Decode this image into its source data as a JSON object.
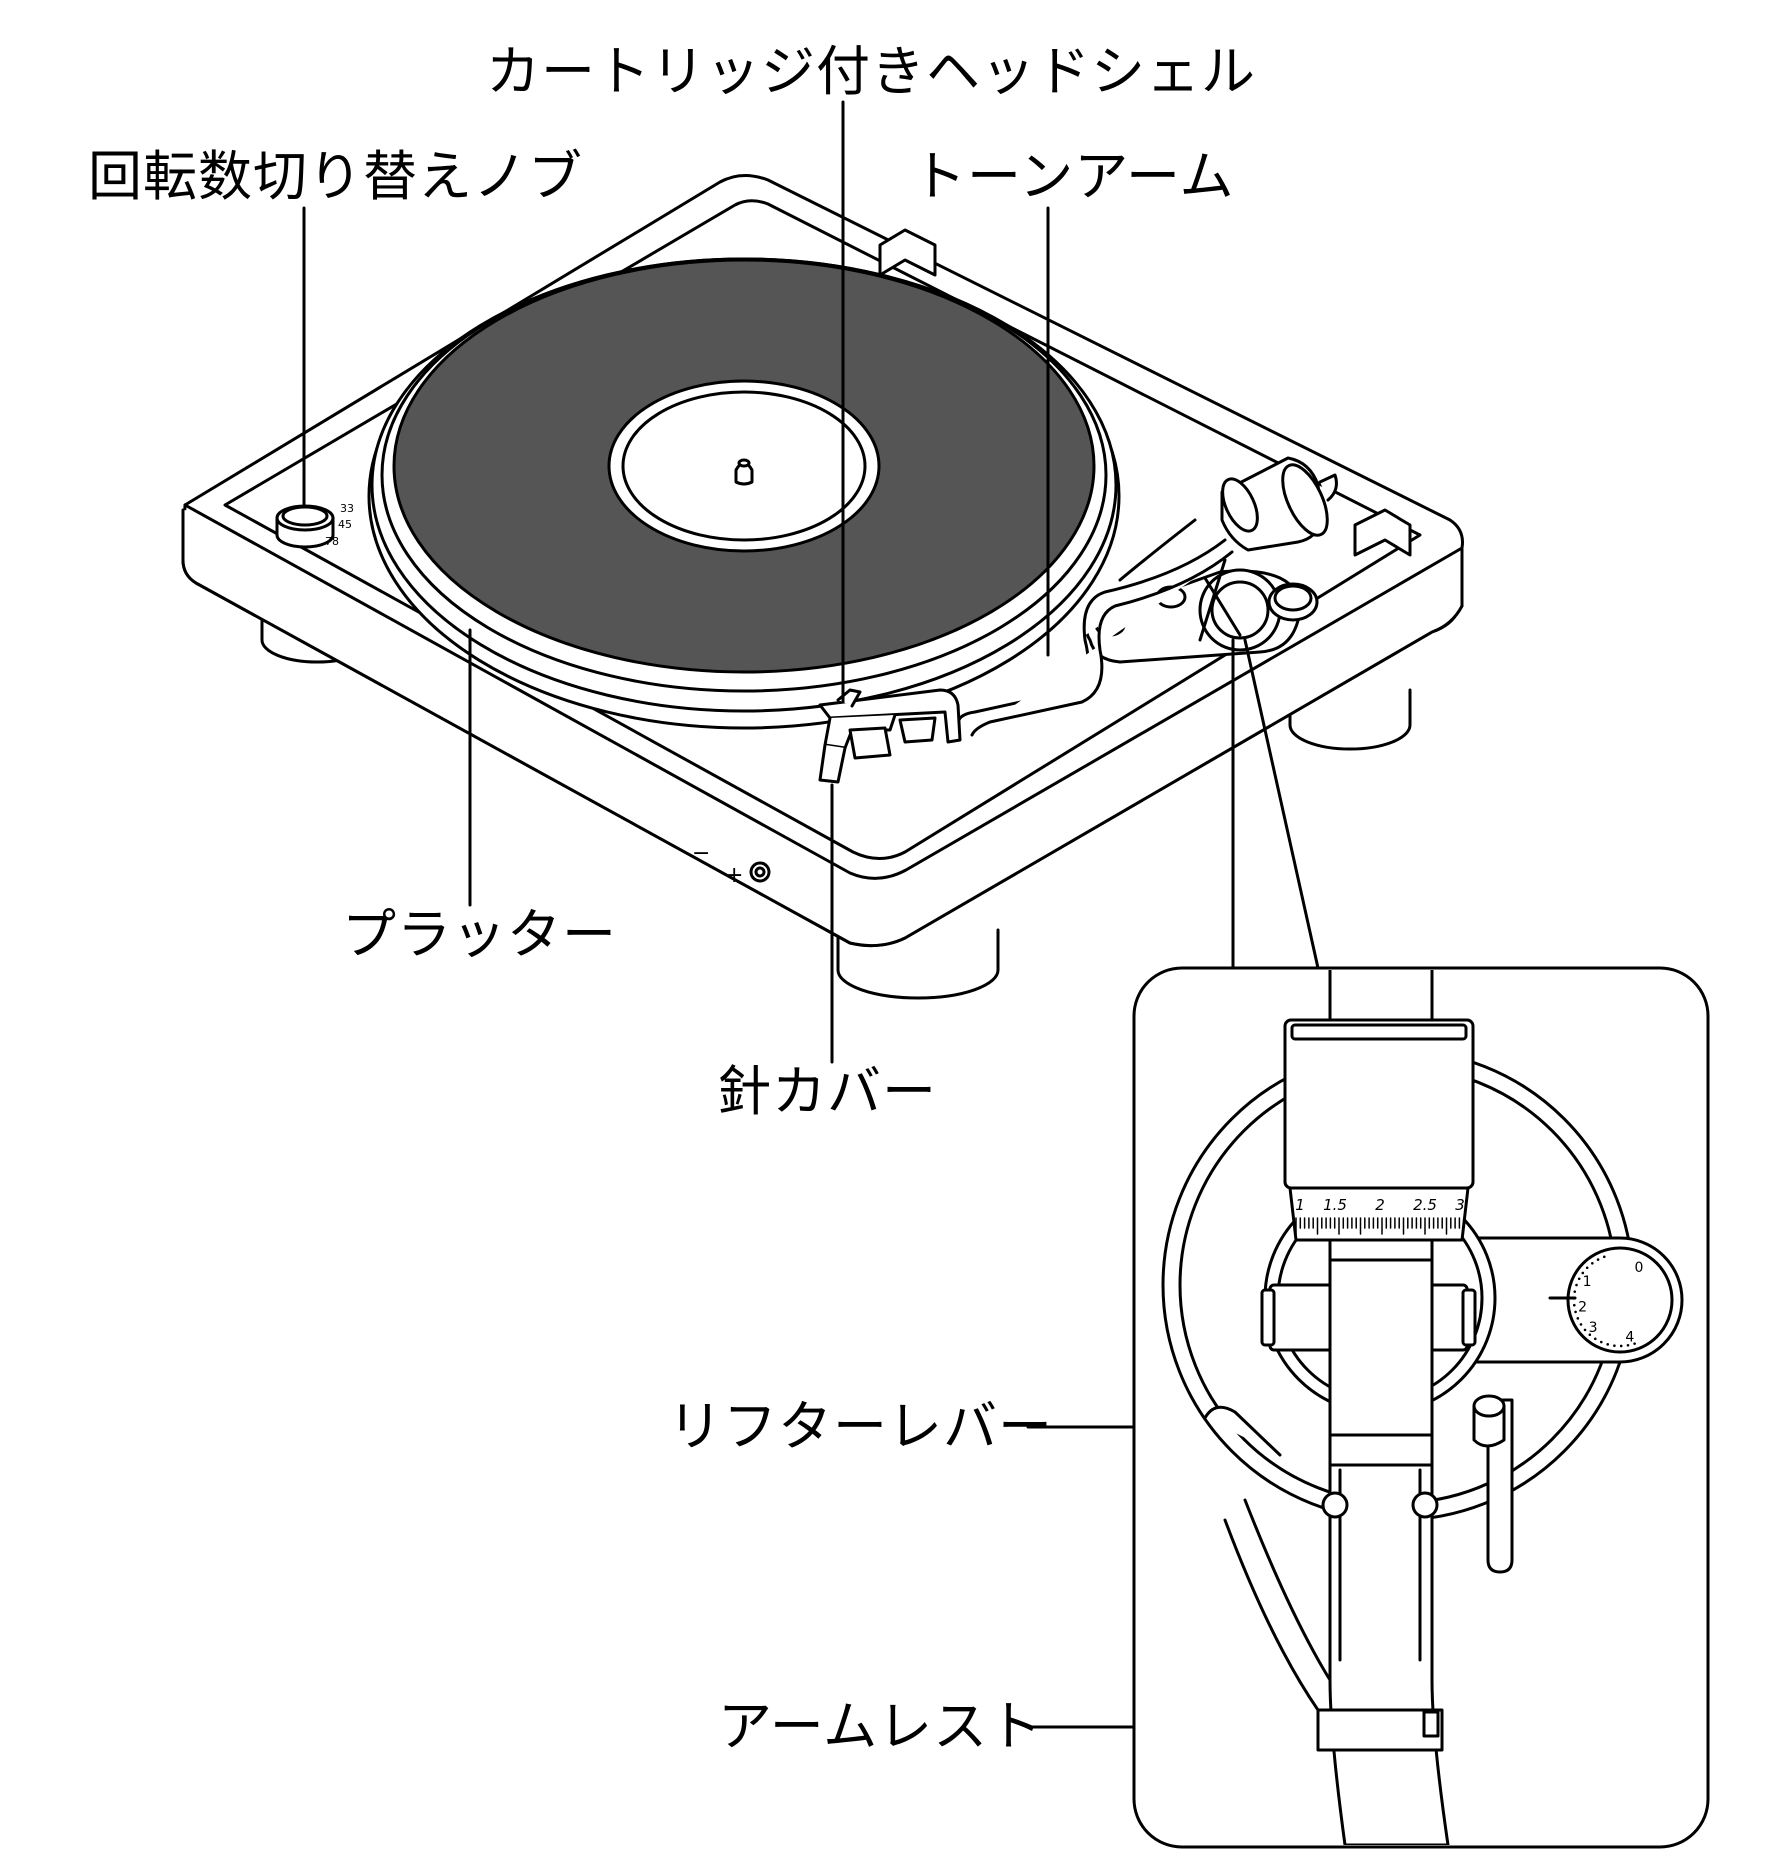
{
  "labels": {
    "headshell": "カートリッジ付きヘッドシェル",
    "speed_knob": "回転数切り替えノブ",
    "tonearm": "トーンアーム",
    "platter": "プラッター",
    "stylus_cover": "針カバー",
    "lifter_lever": "リフターレバー",
    "arm_rest": "アームレスト"
  },
  "counterweight_scale": [
    "1",
    "1.5",
    "2",
    "2.5",
    "3"
  ],
  "antiskate_scale": [
    "0",
    "1",
    "2",
    "3",
    "4"
  ],
  "knob_marks": [
    "33",
    "45",
    "78"
  ],
  "jack_marks": [
    "−",
    "+"
  ],
  "colors": {
    "line": "#000000",
    "mat": "#555555",
    "fill": "#ffffff"
  }
}
